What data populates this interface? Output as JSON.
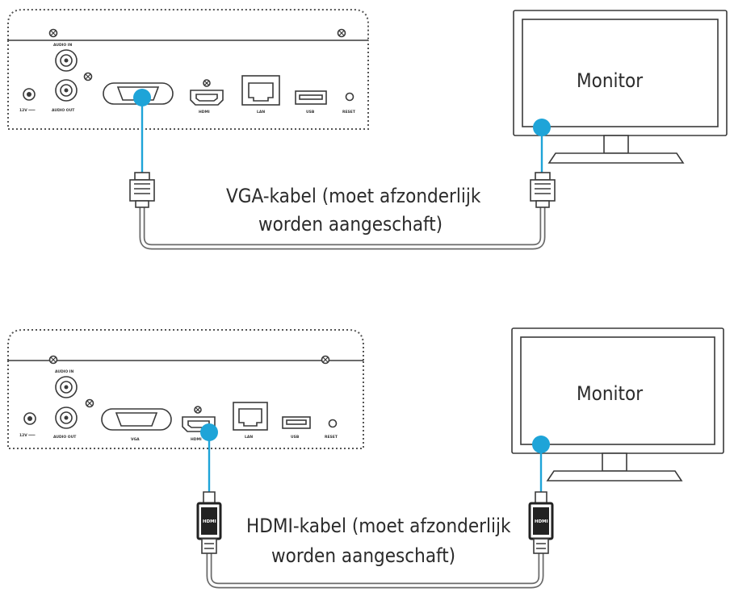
{
  "panels": [
    {
      "id": "vga",
      "port_labels": {
        "power": "12V ═══",
        "audio_in": "AUDIO IN",
        "audio_out": "AUDIO OUT",
        "hdmi": "HDMI",
        "lan": "LAN",
        "usb": "USB",
        "reset": "RESET"
      },
      "cable_label_line1": "VGA-kabel (moet afzonderlijk",
      "cable_label_line2": "worden aangeschaft)",
      "monitor_label": "Monitor",
      "accent_color": "#1ea4d8"
    },
    {
      "id": "hdmi",
      "port_labels": {
        "power": "12V ═══",
        "audio_in": "AUDIO IN",
        "audio_out": "AUDIO OUT",
        "vga": "VGA",
        "hdmi": "HDMI",
        "lan": "LAN",
        "usb": "USB",
        "reset": "RESET"
      },
      "plug_label": "HDMI",
      "cable_label_line1": "HDMI-kabel (moet afzonderlijk",
      "cable_label_line2": "worden aangeschaft)",
      "monitor_label": "Monitor",
      "accent_color": "#1ea4d8"
    }
  ]
}
